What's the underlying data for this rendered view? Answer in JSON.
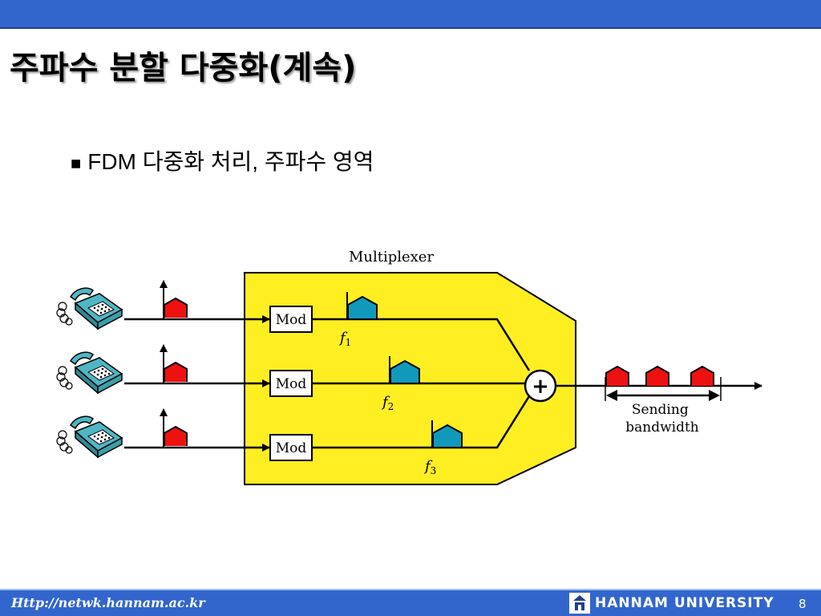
{
  "slide": {
    "title": "주파수 분할 다중화(계속)",
    "bullet": "FDM 다중화 처리, 주파수 영역",
    "bullet_mark": "■"
  },
  "diagram": {
    "multiplexer_label": "Multiplexer",
    "mod_labels": [
      "Mod",
      "Mod",
      "Mod"
    ],
    "frequency_labels": [
      {
        "base": "f",
        "sub": "1"
      },
      {
        "base": "f",
        "sub": "2"
      },
      {
        "base": "f",
        "sub": "3"
      }
    ],
    "adder_symbol": "+",
    "sending_bandwidth_label": [
      "Sending",
      "bandwidth"
    ],
    "colors": {
      "multiplexer_fill": "#ffee22",
      "signal_red": "#ee1111",
      "signal_blue": "#1199bb",
      "phone_teal": "#4fb6c4",
      "header_blue": "#3366cc"
    }
  },
  "footer": {
    "url": "Http://netwk.hannam.ac.kr",
    "university": "HANNAM  UNIVERSITY",
    "page_number": "8"
  }
}
